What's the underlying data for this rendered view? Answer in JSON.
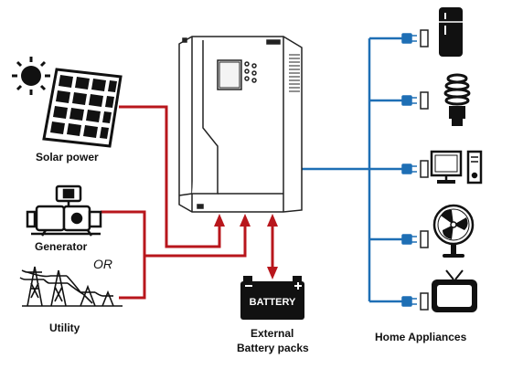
{
  "labels": {
    "solar_power": "Solar power",
    "generator": "Generator",
    "or": "OR",
    "utility": "Utility",
    "battery_panel": "BATTERY",
    "external_battery": "External",
    "battery_packs": "Battery packs",
    "home_appliances": "Home Appliances"
  },
  "colors": {
    "ac_input_wire": "#b8161c",
    "output_wire": "#1e6fb5",
    "device_outline": "#222222"
  },
  "icons": [
    "sun-icon",
    "solar-panel-icon",
    "generator-icon",
    "utility-tower-icon",
    "inverter-icon",
    "battery-icon",
    "refrigerator-icon",
    "bulb-icon",
    "computer-icon",
    "fan-icon",
    "tv-icon",
    "plug-icon"
  ]
}
